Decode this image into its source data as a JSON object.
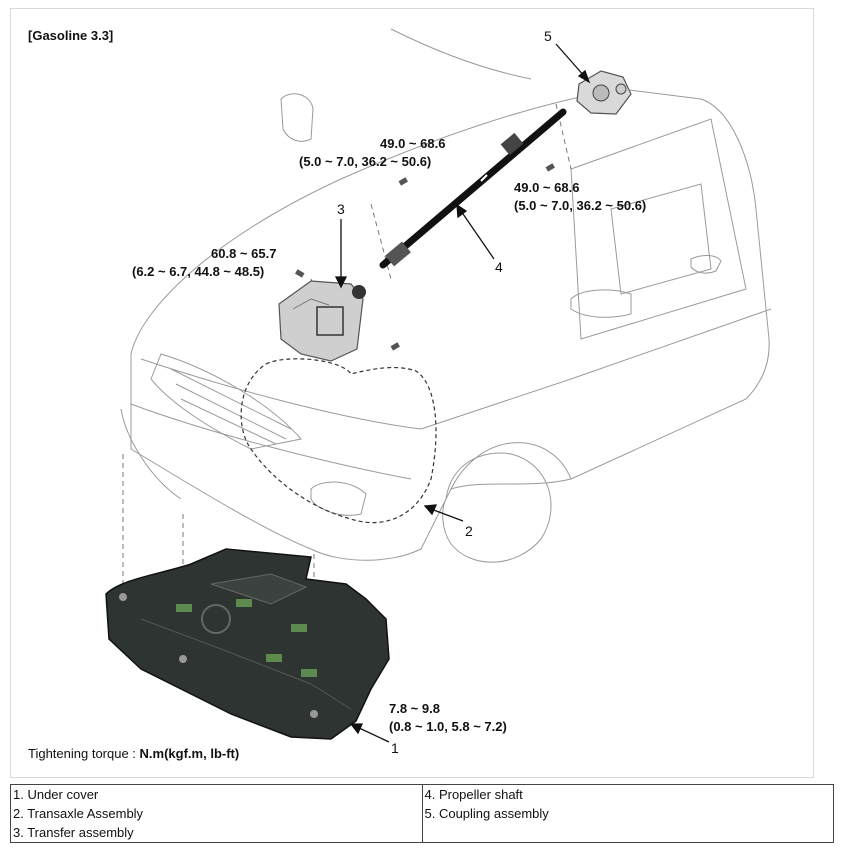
{
  "figure": {
    "variant_label": "[Gasoline 3.3]",
    "callouts": [
      "1",
      "2",
      "3",
      "4",
      "5"
    ],
    "torque_values": {
      "coupling_top": {
        "nm": "49.0 ~ 68.6",
        "alt": "(5.0 ~ 7.0, 36.2 ~ 50.6)"
      },
      "coupling_right": {
        "nm": "49.0 ~ 68.6",
        "alt": "(5.0 ~ 7.0, 36.2 ~ 50.6)"
      },
      "transfer": {
        "nm": "60.8 ~ 65.7",
        "alt": "(6.2 ~ 6.7, 44.8 ~ 48.5)"
      },
      "under_cover": {
        "nm": "7.8 ~ 9.8",
        "alt": "(0.8 ~ 1.0, 5.8 ~ 7.2)"
      }
    },
    "tightening_label": "Tightening torque : ",
    "tightening_unit": "N.m(kgf.m, lb-ft)"
  },
  "legend": {
    "left": [
      "1. Under cover",
      "2. Transaxle Assembly",
      "3. Transfer assembly"
    ],
    "right": [
      "4. Propeller shaft",
      "5. Coupling assembly"
    ]
  }
}
